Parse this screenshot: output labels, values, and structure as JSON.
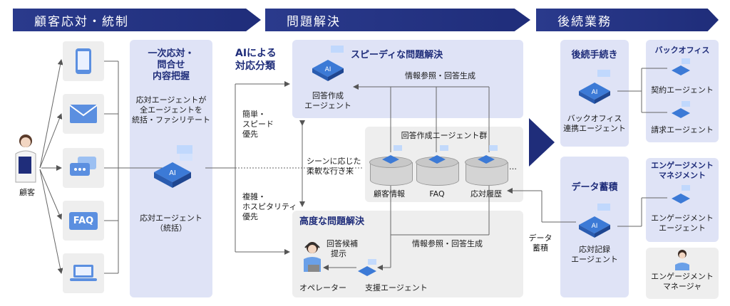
{
  "banners": {
    "customer": "顧客応対・統制",
    "problem": "問題解決",
    "followup": "後続業務"
  },
  "customer": {
    "label": "顧客"
  },
  "channels": [
    "smartphone-icon",
    "mail-icon",
    "chat-icon",
    "faq-icon",
    "laptop-icon"
  ],
  "faq_text": "FAQ",
  "first_response": {
    "title_lines": [
      "一次応対・",
      "問合せ",
      "内容把握"
    ],
    "desc": [
      "応対エージェントが",
      "全エージェントを",
      "統括・ファシリテート"
    ],
    "agent_label": [
      "応対エージェント",
      "（統括）"
    ]
  },
  "ai_classify": {
    "title": [
      "AIによる",
      "対応分類"
    ]
  },
  "branches": {
    "simple": [
      "簡単・",
      "スピード",
      "優先"
    ],
    "complex": [
      "複雑・",
      "ホスピタリティ",
      "優先"
    ],
    "flexible": [
      "シーンに応じた",
      "柔軟な行き来"
    ]
  },
  "speedy": {
    "title": "スピーディな問題解決",
    "ref_label": "情報参照・回答生成",
    "agent_label": [
      "回答作成",
      "エージェント"
    ]
  },
  "group": {
    "title": "回答作成エージェント群",
    "items": [
      "顧客情報",
      "FAQ",
      "応対履歴"
    ],
    "ellipsis": "…"
  },
  "advanced": {
    "title": "高度な問題解決",
    "ref_label": "情報参照・回答生成",
    "suggest": [
      "回答候補",
      "提示"
    ],
    "operator": "オペレーター",
    "support": "支援エージェント"
  },
  "data_store": [
    "データ",
    "蓄積"
  ],
  "followup": {
    "title": "後続手続き",
    "agent_label": [
      "バックオフィス",
      "連携エージェント"
    ]
  },
  "backoffice": {
    "title": "バックオフィス",
    "contract": "契約エージェント",
    "billing": "請求エージェント"
  },
  "accumulate": {
    "title": "データ蓄積",
    "agent_label": [
      "応対記録",
      "エージェント"
    ]
  },
  "engagement": {
    "title": [
      "エンゲージメント",
      "マネジメント"
    ],
    "agent_label": [
      "エンゲージメント",
      "エージェント"
    ],
    "manager": [
      "エンゲージメント",
      "マネージャ"
    ]
  },
  "colors": {
    "navy": "#1f2d7a",
    "panel": "#dfe3f6",
    "grey": "#eeeeee",
    "chip": "#3c7ad6"
  }
}
